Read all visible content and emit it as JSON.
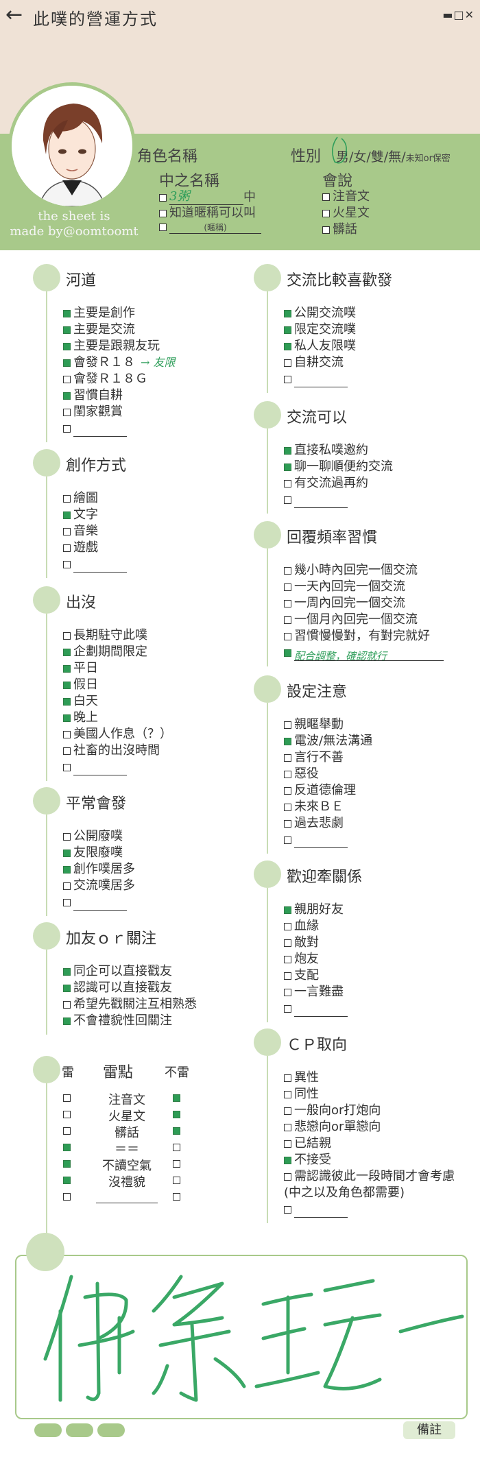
{
  "header": {
    "back_icon": "arrow-left-icon",
    "title": "此噗的營運方式",
    "window_controls": "▬□✕"
  },
  "credit": [
    "the sheet is",
    "made by@oomtoomt"
  ],
  "profile": {
    "name_label": "角色名稱",
    "gender_label": "性別",
    "gender_options": "男/女/雙/無/",
    "gender_suffix": "未知or保密",
    "alias_label": "中之名稱",
    "alias_options": [
      {
        "checked": false,
        "prefix": "",
        "value": "3粥",
        "suffix": "中"
      },
      {
        "checked": false,
        "prefix": "",
        "value": "知道暱稱可以叫",
        "suffix": ""
      },
      {
        "checked": false,
        "prefix": "",
        "value": "(暱稱)",
        "suffix": ""
      }
    ],
    "speak_label": "會說",
    "speak_options": [
      {
        "checked": false,
        "label": "注音文"
      },
      {
        "checked": false,
        "label": "火星文"
      },
      {
        "checked": false,
        "label": "髒話"
      }
    ]
  },
  "left_sections": [
    {
      "title": "河道",
      "items": [
        {
          "checked": true,
          "label": "主要是創作"
        },
        {
          "checked": true,
          "label": "主要是交流"
        },
        {
          "checked": true,
          "label": "主要是跟親友玩"
        },
        {
          "checked": true,
          "label": "會發Ｒ１８",
          "note": "→ 友限"
        },
        {
          "checked": false,
          "label": "會發Ｒ１８Ｇ"
        },
        {
          "checked": true,
          "label": "習慣自耕"
        },
        {
          "checked": false,
          "label": "閨家觀賞"
        },
        {
          "checked": false,
          "label": "",
          "blank": true
        }
      ]
    },
    {
      "title": "創作方式",
      "items": [
        {
          "checked": false,
          "label": "繪圖"
        },
        {
          "checked": true,
          "label": "文字"
        },
        {
          "checked": false,
          "label": "音樂"
        },
        {
          "checked": false,
          "label": "遊戲"
        },
        {
          "checked": false,
          "label": "",
          "blank": true
        }
      ]
    },
    {
      "title": "出沒",
      "items": [
        {
          "checked": false,
          "label": "長期駐守此噗"
        },
        {
          "checked": true,
          "label": "企劃期間限定"
        },
        {
          "checked": true,
          "label": "平日"
        },
        {
          "checked": true,
          "label": "假日"
        },
        {
          "checked": true,
          "label": "白天"
        },
        {
          "checked": true,
          "label": "晚上"
        },
        {
          "checked": false,
          "label": "美國人作息（？）"
        },
        {
          "checked": false,
          "label": "社畜的出沒時間"
        },
        {
          "checked": false,
          "label": "",
          "blank": true
        }
      ]
    },
    {
      "title": "平常會發",
      "items": [
        {
          "checked": false,
          "label": "公開廢噗"
        },
        {
          "checked": true,
          "label": "友限廢噗"
        },
        {
          "checked": true,
          "label": "創作噗居多"
        },
        {
          "checked": false,
          "label": "交流噗居多"
        },
        {
          "checked": false,
          "label": "",
          "blank": true
        }
      ]
    },
    {
      "title": "加友ｏｒ關注",
      "items": [
        {
          "checked": true,
          "label": "同企可以直接戳友"
        },
        {
          "checked": true,
          "label": "認識可以直接戳友"
        },
        {
          "checked": false,
          "label": "希望先戳關注互相熟悉"
        },
        {
          "checked": true,
          "label": "不會禮貌性回關注"
        }
      ]
    }
  ],
  "lei": {
    "title": "雷點",
    "left_header": "雷",
    "right_header": "不雷",
    "rows": [
      {
        "label": "注音文",
        "lei": false,
        "bulei": true
      },
      {
        "label": "火星文",
        "lei": false,
        "bulei": true
      },
      {
        "label": "髒話",
        "lei": false,
        "bulei": true
      },
      {
        "label": "＝＝",
        "lei": true,
        "bulei": false
      },
      {
        "label": "不讀空氣",
        "lei": true,
        "bulei": false
      },
      {
        "label": "沒禮貌",
        "lei": true,
        "bulei": false
      },
      {
        "label": "",
        "lei": false,
        "bulei": false,
        "blank": true
      }
    ]
  },
  "right_sections": [
    {
      "title": "交流比較喜歡發",
      "items": [
        {
          "checked": true,
          "label": "公開交流噗"
        },
        {
          "checked": true,
          "label": "限定交流噗"
        },
        {
          "checked": true,
          "label": "私人友限噗"
        },
        {
          "checked": false,
          "label": "自耕交流"
        },
        {
          "checked": false,
          "label": "",
          "blank": true
        }
      ]
    },
    {
      "title": "交流可以",
      "items": [
        {
          "checked": true,
          "label": "直接私噗邀約"
        },
        {
          "checked": true,
          "label": "聊一聊順便約交流"
        },
        {
          "checked": false,
          "label": "有交流過再約"
        },
        {
          "checked": false,
          "label": "",
          "blank": true
        }
      ]
    },
    {
      "title": "回覆頻率習慣",
      "items": [
        {
          "checked": false,
          "label": "幾小時內回完一個交流"
        },
        {
          "checked": false,
          "label": "一天內回完一個交流"
        },
        {
          "checked": false,
          "label": "一周內回完一個交流"
        },
        {
          "checked": false,
          "label": "一個月內回完一個交流"
        },
        {
          "checked": false,
          "label": "習慣慢慢對，有對完就好"
        },
        {
          "checked": true,
          "label": "",
          "blank": true,
          "handwritten": "配合調整，確認就行"
        }
      ]
    },
    {
      "title": "設定注意",
      "items": [
        {
          "checked": false,
          "label": "親暱舉動"
        },
        {
          "checked": true,
          "label": "電波/無法溝通"
        },
        {
          "checked": false,
          "label": "言行不善"
        },
        {
          "checked": false,
          "label": "惡役"
        },
        {
          "checked": false,
          "label": "反道德倫理"
        },
        {
          "checked": false,
          "label": "未來ＢＥ"
        },
        {
          "checked": false,
          "label": "過去悲劇"
        },
        {
          "checked": false,
          "label": "",
          "blank": true
        }
      ]
    },
    {
      "title": "歡迎牽關係",
      "items": [
        {
          "checked": true,
          "label": "親朋好友"
        },
        {
          "checked": false,
          "label": "血緣"
        },
        {
          "checked": false,
          "label": "敵對"
        },
        {
          "checked": false,
          "label": "炮友"
        },
        {
          "checked": false,
          "label": "支配"
        },
        {
          "checked": false,
          "label": "一言難盡"
        },
        {
          "checked": false,
          "label": "",
          "blank": true
        }
      ]
    },
    {
      "title": "ＣＰ取向",
      "items": [
        {
          "checked": false,
          "label": "異性"
        },
        {
          "checked": false,
          "label": "同性"
        },
        {
          "checked": false,
          "label": "一般向or打炮向"
        },
        {
          "checked": false,
          "label": "悲戀向or單戀向"
        },
        {
          "checked": false,
          "label": "已結親"
        },
        {
          "checked": true,
          "label": "不接受"
        },
        {
          "checked": false,
          "label": "需認識彼此一段時間才會考慮"
        },
        {
          "checked": false,
          "label": "(中之以及角色都需要)",
          "nobox": true
        },
        {
          "checked": false,
          "label": "",
          "blank": true
        }
      ]
    }
  ],
  "bottom": {
    "handwritten": "佛系玩一",
    "note_label": "備註"
  },
  "colors": {
    "accent": "#a8c98a",
    "check": "#2e9c55",
    "top_bg": "#efe2d6"
  }
}
